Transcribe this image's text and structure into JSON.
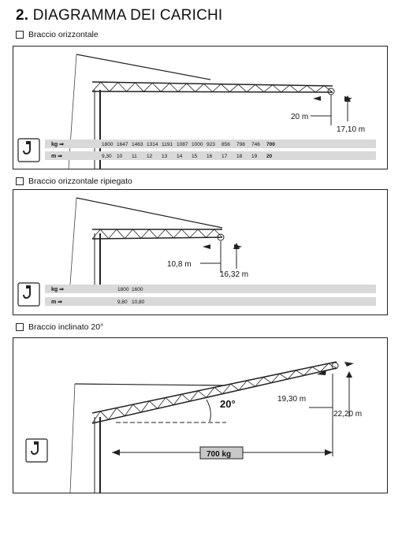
{
  "page": {
    "title_number": "2.",
    "title_text": "DIAGRAMMA DEI CARICHI"
  },
  "sections": [
    {
      "label": "Braccio orizzontale",
      "dims": {
        "horizontal": "20 m",
        "vertical": "17,10 m"
      },
      "table": {
        "kg_label": "kg ⇒",
        "m_label": "m ⇒",
        "kg": [
          "1800",
          "1647",
          "1463",
          "1314",
          "1191",
          "1087",
          "1000",
          "923",
          "856",
          "798",
          "746",
          "700"
        ],
        "m": [
          "9,30",
          "10",
          "11",
          "12",
          "13",
          "14",
          "15",
          "16",
          "17",
          "18",
          "19",
          "20"
        ]
      }
    },
    {
      "label": "Braccio orizzontale ripiegato",
      "dims": {
        "horizontal": "10,8 m",
        "vertical": "16,32 m"
      },
      "table": {
        "kg_label": "kg ⇒",
        "m_label": "m ⇒",
        "kg": [
          "1800",
          "1600"
        ],
        "m": [
          "9,80",
          "10,80"
        ]
      }
    },
    {
      "label": "Braccio inclinato 20°",
      "dims": {
        "horizontal": "19,30 m",
        "vertical": "22,20 m",
        "angle": "20°"
      },
      "load": "700 kg"
    }
  ],
  "icons": {
    "hook": "crane-hook-icon",
    "checkbox": "checkbox-icon"
  }
}
